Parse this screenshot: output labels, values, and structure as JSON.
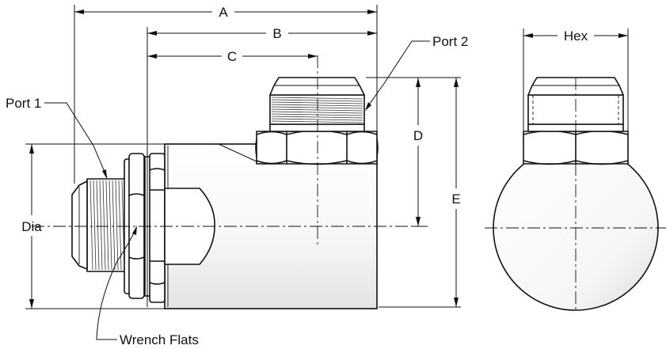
{
  "labels": {
    "dim_a": "A",
    "dim_b": "B",
    "dim_c": "C",
    "dim_d": "D",
    "dim_e": "E",
    "dim_dia": "Dia",
    "dim_hex": "Hex",
    "port_1": "Port 1",
    "port_2": "Port 2",
    "wrench_flats": "Wrench Flats"
  }
}
